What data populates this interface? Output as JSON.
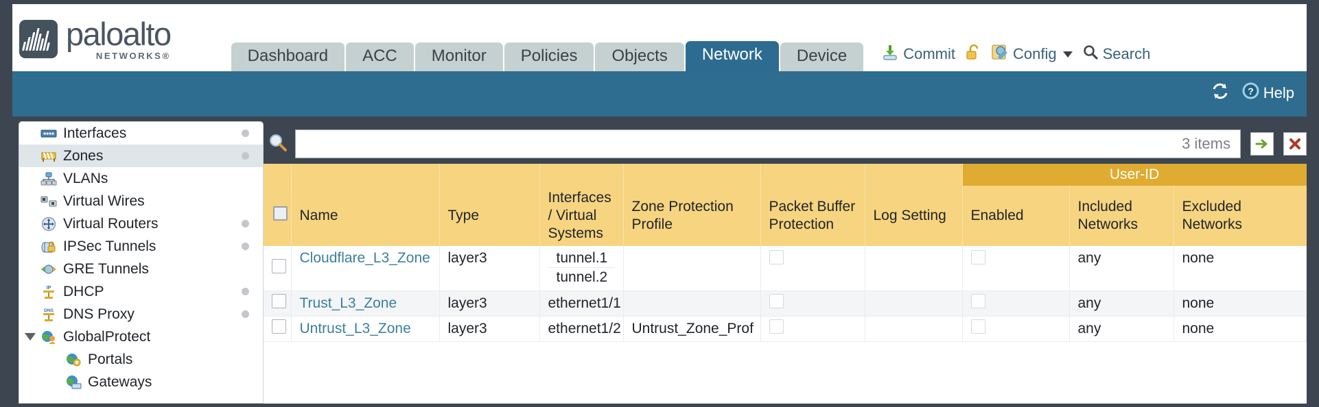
{
  "brand": {
    "name": "paloalto",
    "sub": "NETWORKS®",
    "logo_icon": "paloalto-logo-icon"
  },
  "nav": {
    "tabs": [
      {
        "label": "Dashboard",
        "active": false
      },
      {
        "label": "ACC",
        "active": false
      },
      {
        "label": "Monitor",
        "active": false
      },
      {
        "label": "Policies",
        "active": false
      },
      {
        "label": "Objects",
        "active": false
      },
      {
        "label": "Network",
        "active": true
      },
      {
        "label": "Device",
        "active": false
      }
    ]
  },
  "header_actions": {
    "commit": "Commit",
    "lock_icon": "unlock-icon",
    "config": "Config",
    "search": "Search"
  },
  "bluebar": {
    "refresh_icon": "refresh-icon",
    "help": "Help",
    "help_icon": "help-icon"
  },
  "sidebar": {
    "items": [
      {
        "label": "Interfaces",
        "icon": "interfaces-icon",
        "dot": true,
        "selected": false,
        "child": false,
        "expander": false
      },
      {
        "label": "Zones",
        "icon": "zones-icon",
        "dot": true,
        "selected": true,
        "child": false,
        "expander": false
      },
      {
        "label": "VLANs",
        "icon": "vlans-icon",
        "dot": false,
        "selected": false,
        "child": false,
        "expander": false
      },
      {
        "label": "Virtual Wires",
        "icon": "virtual-wires-icon",
        "dot": false,
        "selected": false,
        "child": false,
        "expander": false
      },
      {
        "label": "Virtual Routers",
        "icon": "virtual-routers-icon",
        "dot": true,
        "selected": false,
        "child": false,
        "expander": false
      },
      {
        "label": "IPSec Tunnels",
        "icon": "ipsec-tunnels-icon",
        "dot": true,
        "selected": false,
        "child": false,
        "expander": false
      },
      {
        "label": "GRE Tunnels",
        "icon": "gre-tunnels-icon",
        "dot": false,
        "selected": false,
        "child": false,
        "expander": false
      },
      {
        "label": "DHCP",
        "icon": "dhcp-icon",
        "dot": true,
        "selected": false,
        "child": false,
        "expander": false
      },
      {
        "label": "DNS Proxy",
        "icon": "dns-proxy-icon",
        "dot": true,
        "selected": false,
        "child": false,
        "expander": false
      },
      {
        "label": "GlobalProtect",
        "icon": "globalprotect-icon",
        "dot": false,
        "selected": false,
        "child": false,
        "expander": true
      },
      {
        "label": "Portals",
        "icon": "portals-icon",
        "dot": false,
        "selected": false,
        "child": true,
        "expander": false
      },
      {
        "label": "Gateways",
        "icon": "gateways-icon",
        "dot": false,
        "selected": false,
        "child": true,
        "expander": false
      }
    ]
  },
  "toolbar": {
    "search_icon": "search-magnifier-icon",
    "search_value": "",
    "search_placeholder": "",
    "items_count": "3 items",
    "apply_icon": "apply-filter-icon",
    "clear_icon": "clear-filter-icon"
  },
  "table": {
    "group_header": "User-ID",
    "columns": [
      "Name",
      "Type",
      "Interfaces / Virtual Systems",
      "Zone Protection Profile",
      "Packet Buffer Protection",
      "Log Setting",
      "Enabled",
      "Included Networks",
      "Excluded Networks"
    ],
    "rows": [
      {
        "selected": false,
        "name": "Cloudflare_L3_Zone",
        "type": "layer3",
        "interfaces": [
          "tunnel.1",
          "tunnel.2"
        ],
        "zone_protection_profile": "",
        "packet_buffer_protection": false,
        "log_setting": "",
        "userid_enabled": false,
        "included_networks": "any",
        "excluded_networks": "none"
      },
      {
        "selected": false,
        "name": "Trust_L3_Zone",
        "type": "layer3",
        "interfaces": [
          "ethernet1/1"
        ],
        "zone_protection_profile": "",
        "packet_buffer_protection": false,
        "log_setting": "",
        "userid_enabled": false,
        "included_networks": "any",
        "excluded_networks": "none"
      },
      {
        "selected": false,
        "name": "Untrust_L3_Zone",
        "type": "layer3",
        "interfaces": [
          "ethernet1/2"
        ],
        "zone_protection_profile": "Untrust_Zone_Prof",
        "packet_buffer_protection": false,
        "log_setting": "",
        "userid_enabled": false,
        "included_networks": "any",
        "excluded_networks": "none"
      }
    ]
  },
  "colors": {
    "brand_dark": "#44525c",
    "tab_active": "#2d6b90",
    "tab_inactive": "#c5d0d1",
    "bluebar": "#2e6d8f",
    "page_bg": "#3d4650",
    "header_gold": "#f6d480",
    "group_gold": "#dfab30",
    "link_teal": "#3a7f9d"
  }
}
